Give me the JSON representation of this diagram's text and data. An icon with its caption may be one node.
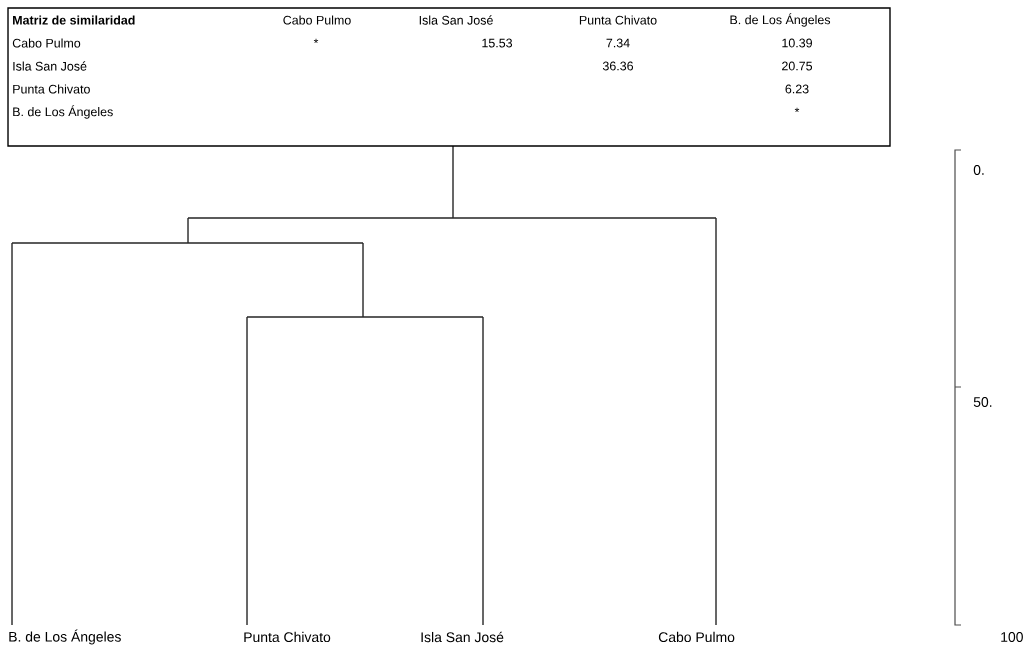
{
  "diagram": {
    "labels": [
      "Matriz de similaridad",
      "Cabo Pulmo",
      "Isla San José",
      "Punta Chivato",
      "B. de Los Ángeles",
      "Cabo Pulmo",
      "*",
      "15.53",
      "7.34",
      "10.39",
      "Isla San José",
      "36.36",
      "20.75",
      "Punta Chivato",
      "6.23",
      "B. de Los Ángeles",
      "*",
      "0.",
      "50.",
      "B. de Los Ángeles",
      "Punta Chivato",
      "Isla San José",
      "Cabo Pulmo",
      "100"
    ]
  }
}
